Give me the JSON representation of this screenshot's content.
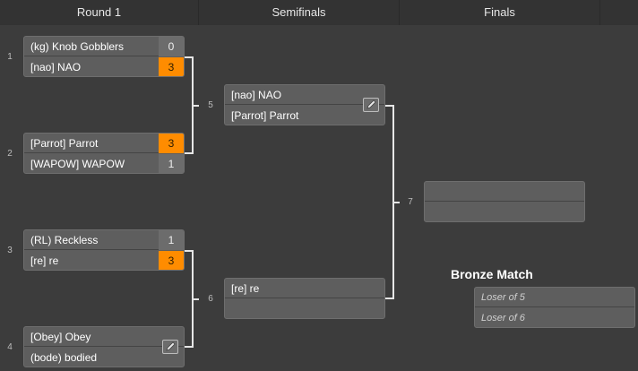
{
  "header": {
    "round1": "Round 1",
    "semifinals": "Semifinals",
    "finals": "Finals"
  },
  "matches": {
    "m1": {
      "number": "1",
      "top": {
        "team": "(kg) Knob Gobblers",
        "score": "0"
      },
      "bottom": {
        "team": "[nao] NAO",
        "score": "3"
      }
    },
    "m2": {
      "number": "2",
      "top": {
        "team": "[Parrot] Parrot",
        "score": "3"
      },
      "bottom": {
        "team": "[WAPOW] WAPOW",
        "score": "1"
      }
    },
    "m3": {
      "number": "3",
      "top": {
        "team": "(RL) Reckless",
        "score": "1"
      },
      "bottom": {
        "team": "[re] re",
        "score": "3"
      }
    },
    "m4": {
      "number": "4",
      "top": {
        "team": "[Obey] Obey"
      },
      "bottom": {
        "team": "(bode) bodied"
      }
    },
    "m5": {
      "number": "5",
      "top": {
        "team": "[nao] NAO"
      },
      "bottom": {
        "team": "[Parrot] Parrot"
      }
    },
    "m6": {
      "number": "6",
      "top": {
        "team": "[re] re"
      },
      "bottom": {
        "team": ""
      }
    },
    "m7": {
      "number": "7",
      "top": {
        "team": ""
      },
      "bottom": {
        "team": ""
      }
    }
  },
  "bronze": {
    "title": "Bronze Match",
    "top": "Loser of 5",
    "bottom": "Loser of 6"
  },
  "colors": {
    "background": "#3c3c3c",
    "match_box": "#5e5e5e",
    "winner_score": "#ff8c00",
    "loser_score": "#6c6c6c",
    "connector": "#e6e6e6"
  },
  "icons": [
    "edit-icon"
  ]
}
